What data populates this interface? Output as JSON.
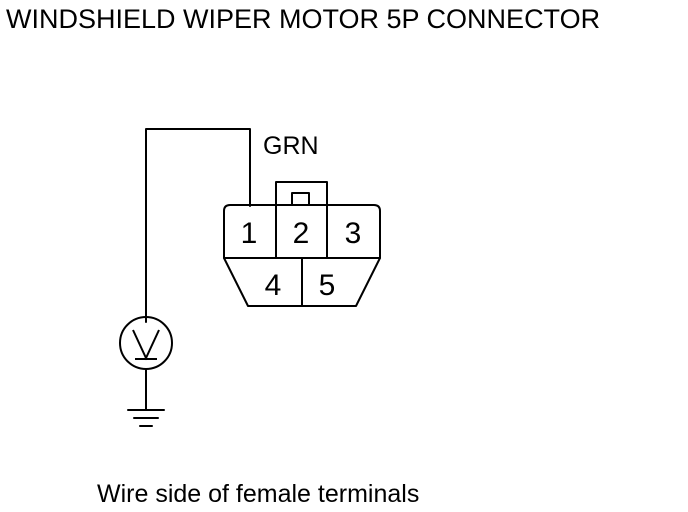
{
  "title": "WINDSHIELD WIPER MOTOR 5P CONNECTOR",
  "wire_color": "GRN",
  "terminals": [
    "1",
    "2",
    "3",
    "4",
    "5"
  ],
  "meter_symbol": "V",
  "caption": "Wire side of female terminals"
}
